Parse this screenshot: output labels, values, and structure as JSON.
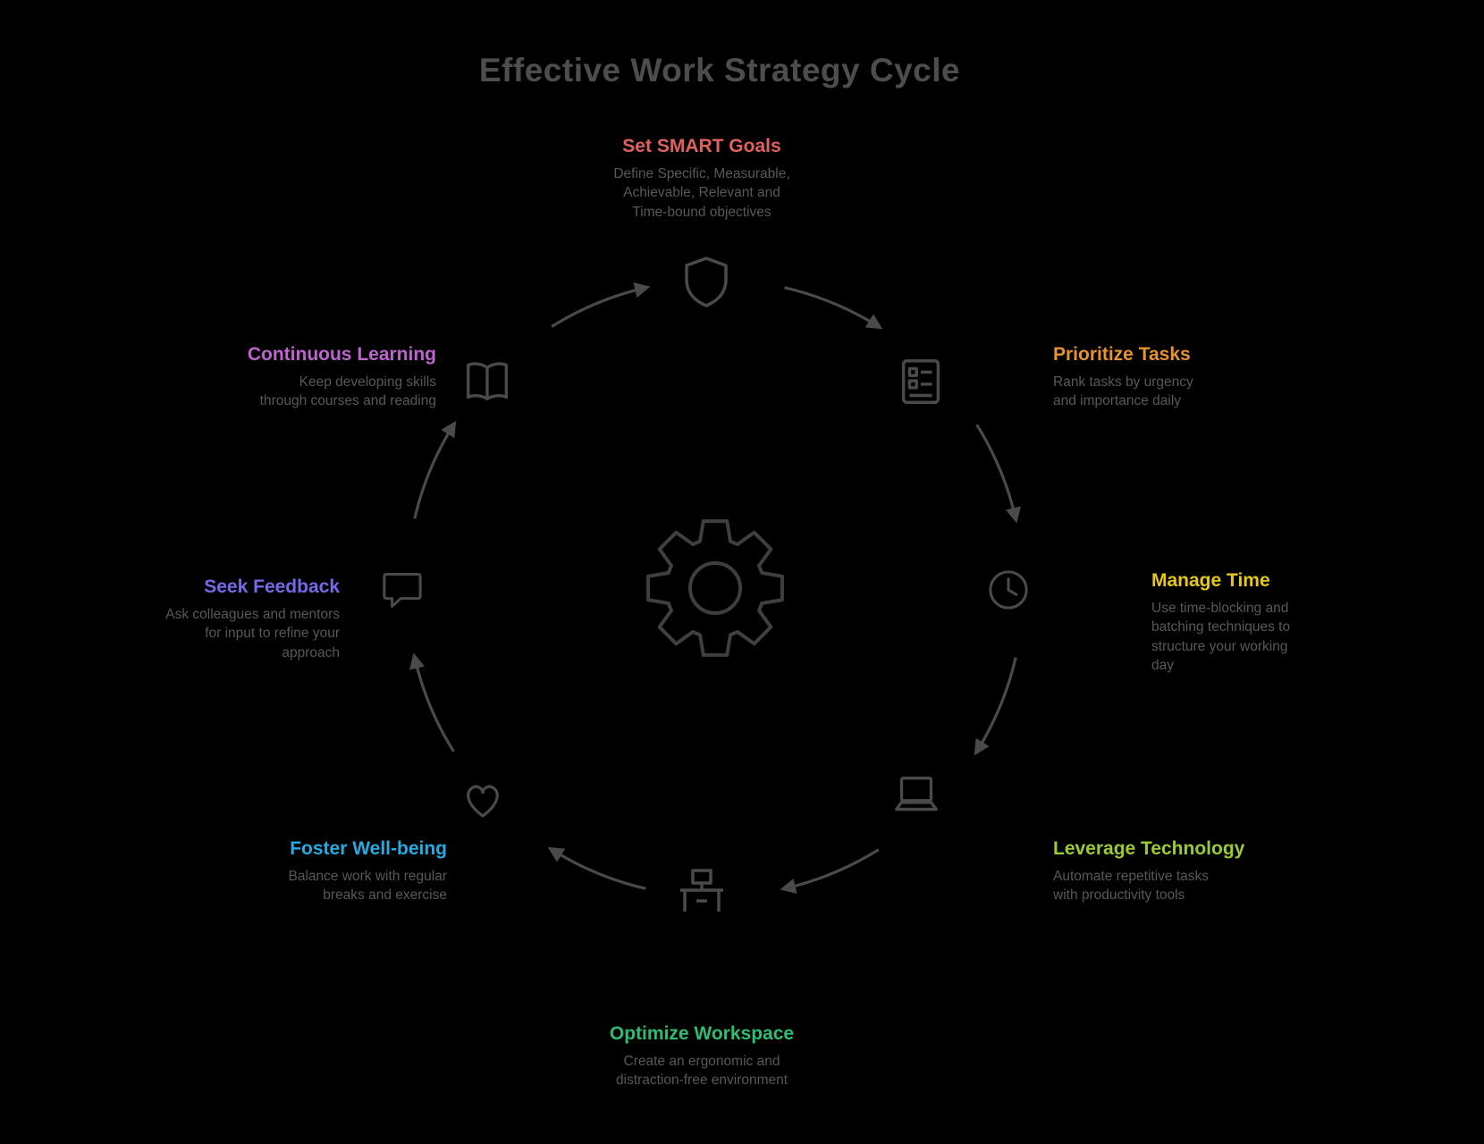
{
  "title": "Effective Work Strategy Cycle",
  "center_icon": "gear-icon",
  "steps": [
    {
      "id": "set-smart-goals",
      "label": "Set SMART Goals",
      "color": "#e26060",
      "icon": "shield-icon",
      "description": "Define Specific, Measurable,\nAchievable, Relevant and\nTime-bound objectives"
    },
    {
      "id": "prioritize-tasks",
      "label": "Prioritize Tasks",
      "color": "#e8922e",
      "icon": "task-list-icon",
      "description": "Rank tasks by urgency\nand importance daily"
    },
    {
      "id": "manage-time",
      "label": "Manage Time",
      "color": "#e6c617",
      "icon": "clock-icon",
      "description": "Use time-blocking and\nbatching techniques to\nstructure your working\nday"
    },
    {
      "id": "leverage-technology",
      "label": "Leverage Technology",
      "color": "#99cc33",
      "icon": "laptop-icon",
      "description": "Automate repetitive tasks\nwith productivity tools"
    },
    {
      "id": "optimize-workspace",
      "label": "Optimize Workspace",
      "color": "#2dbe71",
      "icon": "desk-icon",
      "description": "Create an ergonomic and\ndistraction-free environment"
    },
    {
      "id": "foster-well-being",
      "label": "Foster Well-being",
      "color": "#25aae1",
      "icon": "heart-icon",
      "description": "Balance work with regular\nbreaks and exercise"
    },
    {
      "id": "seek-feedback",
      "label": "Seek Feedback",
      "color": "#7668e8",
      "icon": "speech-bubble-icon",
      "description": "Ask colleagues and mentors\nfor input to refine your\napproach"
    },
    {
      "id": "continuous-learning",
      "label": "Continuous Learning",
      "color": "#bf64cf",
      "icon": "open-book-icon",
      "description": "Keep developing skills\nthrough courses and reading"
    }
  ]
}
